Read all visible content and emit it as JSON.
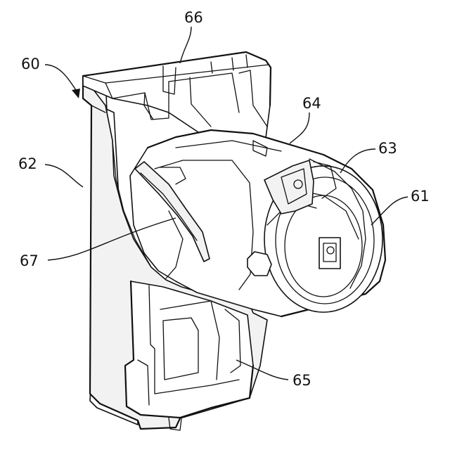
{
  "labels": {
    "l60": "60",
    "l61": "61",
    "l62": "62",
    "l63": "63",
    "l64": "64",
    "l65": "65",
    "l66": "66",
    "l67": "67"
  }
}
